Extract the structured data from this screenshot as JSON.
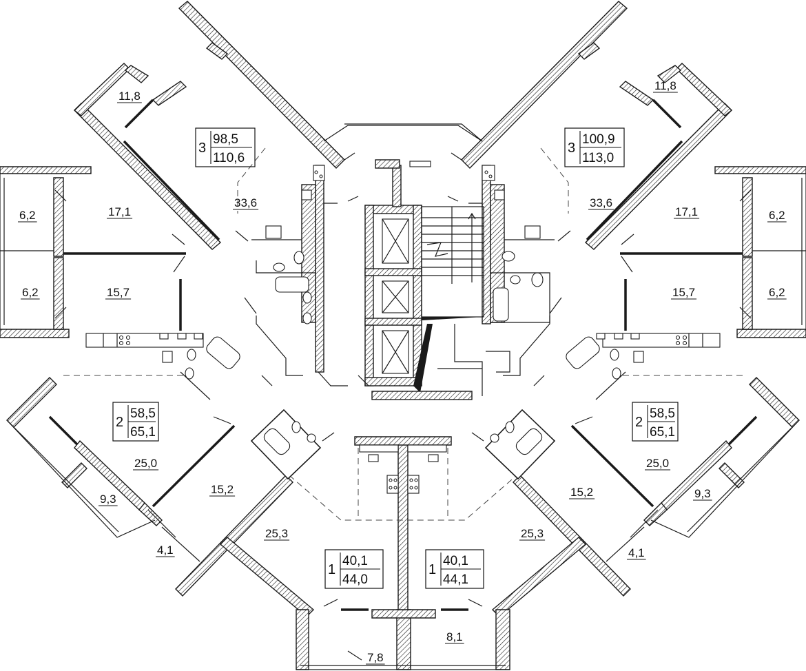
{
  "apartments": [
    {
      "id": "apt-3-left",
      "rooms": "3",
      "living": "98,5",
      "total": "110,6"
    },
    {
      "id": "apt-3-right",
      "rooms": "3",
      "living": "100,9",
      "total": "113,0"
    },
    {
      "id": "apt-2-left",
      "rooms": "2",
      "living": "58,5",
      "total": "65,1"
    },
    {
      "id": "apt-2-right",
      "rooms": "2",
      "living": "58,5",
      "total": "65,1"
    },
    {
      "id": "apt-1-left",
      "rooms": "1",
      "living": "40,1",
      "total": "44,0"
    },
    {
      "id": "apt-1-right",
      "rooms": "1",
      "living": "40,1",
      "total": "44,1"
    }
  ],
  "rooms": [
    {
      "id": "balcony-top-left",
      "area": "11,8"
    },
    {
      "id": "balcony-top-right",
      "area": "11,8"
    },
    {
      "id": "hall-left",
      "area": "33,6"
    },
    {
      "id": "hall-right",
      "area": "33,6"
    },
    {
      "id": "room-left-upper",
      "area": "17,1"
    },
    {
      "id": "room-right-upper",
      "area": "17,1"
    },
    {
      "id": "loggia-left-upper",
      "area": "6,2"
    },
    {
      "id": "loggia-right-upper",
      "area": "6,2"
    },
    {
      "id": "room-left-middle",
      "area": "15,7"
    },
    {
      "id": "room-right-middle",
      "area": "15,7"
    },
    {
      "id": "loggia-left-lower",
      "area": "6,2"
    },
    {
      "id": "loggia-right-lower",
      "area": "6,2"
    },
    {
      "id": "room-left-25",
      "area": "25,0"
    },
    {
      "id": "room-right-25",
      "area": "25,0"
    },
    {
      "id": "balcony-left-9",
      "area": "9,3"
    },
    {
      "id": "balcony-right-9",
      "area": "9,3"
    },
    {
      "id": "room-left-15-2",
      "area": "15,2"
    },
    {
      "id": "room-right-15-2",
      "area": "15,2"
    },
    {
      "id": "balcony-left-4",
      "area": "4,1"
    },
    {
      "id": "balcony-right-4",
      "area": "4,1"
    },
    {
      "id": "studio-left",
      "area": "25,3"
    },
    {
      "id": "studio-right",
      "area": "25,3"
    },
    {
      "id": "loggia-bottom-left",
      "area": "7,8"
    },
    {
      "id": "loggia-bottom-right",
      "area": "8,1"
    }
  ]
}
